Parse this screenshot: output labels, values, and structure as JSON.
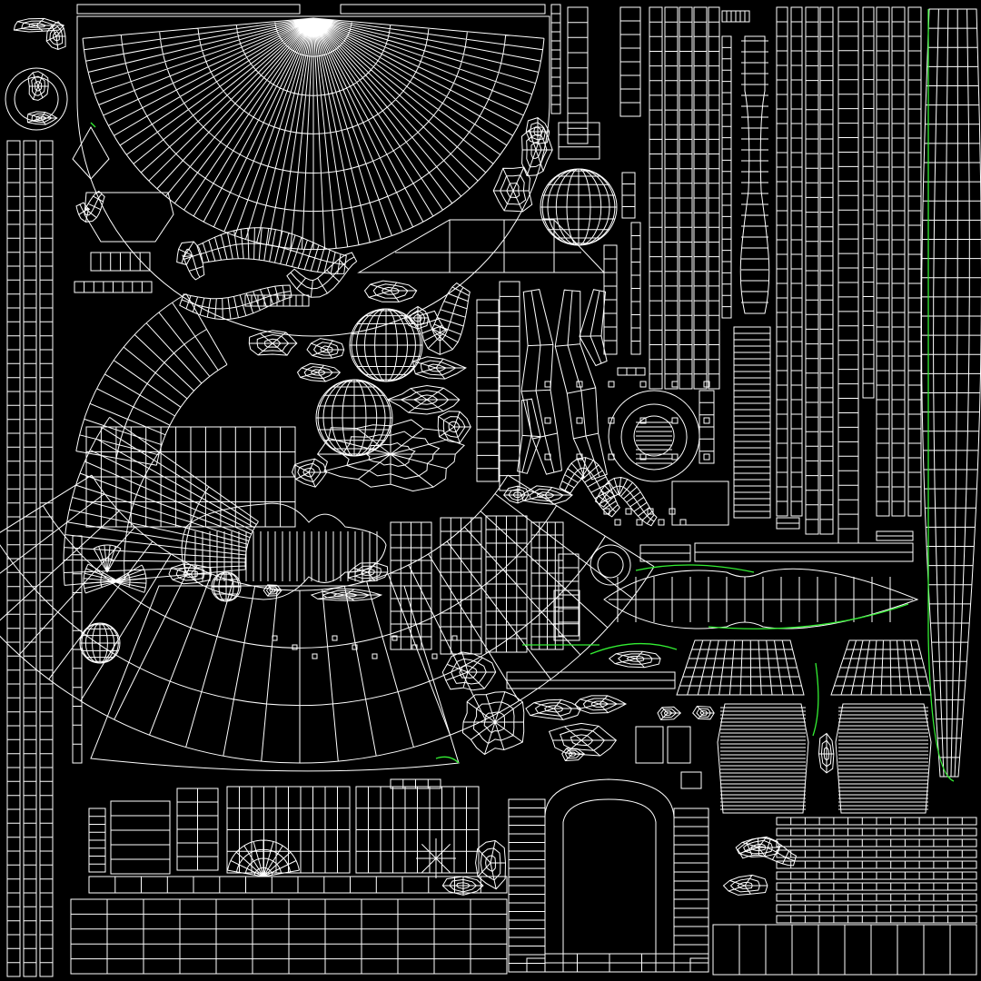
{
  "canvas": {
    "background": "#000000",
    "wire_color": "#ffffff",
    "seam_color": "#33ee33"
  },
  "island_groups": {
    "grid_panels": "rectangular-grid",
    "strips": "vertical-strip",
    "fans": "radial-fan",
    "spheres": "sphere-unwrap",
    "blobs": "organic-island",
    "arches": "arch-island"
  }
}
